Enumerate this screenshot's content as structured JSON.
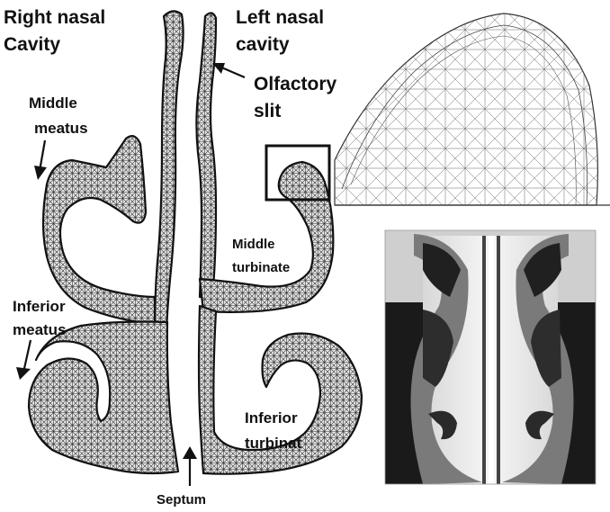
{
  "labels": {
    "right_nasal_line1": "Right nasal",
    "right_nasal_line2": "Cavity",
    "left_nasal_line1": "Left nasal",
    "left_nasal_line2": "cavity",
    "olfactory_line1": "Olfactory",
    "olfactory_line2": "slit",
    "middle_meatus_line1": "Middle",
    "middle_meatus_line2": "meatus",
    "middle_turbinate_line1": "Middle",
    "middle_turbinate_line2": "turbinate",
    "inferior_meatus_line1": "Inferior",
    "inferior_meatus_line2": "meatus",
    "inferior_turbinat_line1": "Inferior",
    "inferior_turbinat_line2": "turbinat",
    "septum": "Septum"
  },
  "icons": [
    "arrow-icon",
    "zoom-box-icon"
  ],
  "colors": {
    "ink": "#111111",
    "mesh": "#d9d9d9",
    "background": "#ffffff"
  }
}
